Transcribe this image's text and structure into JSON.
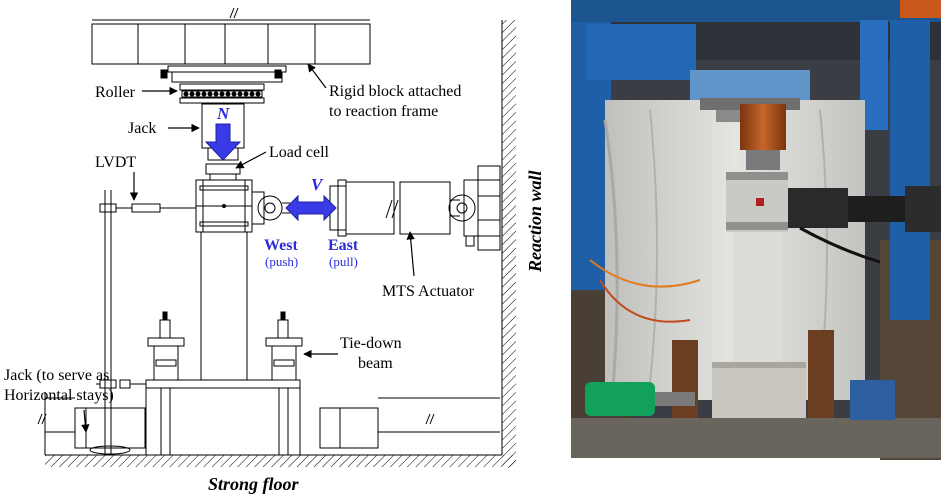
{
  "labels": {
    "roller": "Roller",
    "rigid_block_line1": "Rigid block attached",
    "rigid_block_line2": "to reaction frame",
    "jack": "Jack",
    "axial_load": "N",
    "load_cell": "Load cell",
    "lvdt": "LVDT",
    "lateral_load": "V",
    "west": "West",
    "west_sub": "(push)",
    "east": "East",
    "east_sub": "(pull)",
    "mts_actuator": "MTS Actuator",
    "jack_stays_line1": "Jack (to serve as",
    "jack_stays_line2": "Horizontal stays)",
    "tie_down_line1": "Tie-down",
    "tie_down_line2": "beam",
    "reaction_wall": "Reaction wall",
    "strong_floor": "Strong floor"
  },
  "colors": {
    "arrow_blue": "#3a3ae6",
    "label_blue": "#2b2bd8",
    "drawing_line": "#000000",
    "photo_blue_frame": "#1f5fa8",
    "photo_curtain": "#d7d7d2",
    "photo_actuator": "#2a2a2a",
    "photo_orange_jack": "#b4561e",
    "photo_green_jack": "#12a15a"
  },
  "icons": {
    "axial_arrow": "down-arrow-icon",
    "lateral_arrow": "double-horizontal-arrow-icon"
  }
}
